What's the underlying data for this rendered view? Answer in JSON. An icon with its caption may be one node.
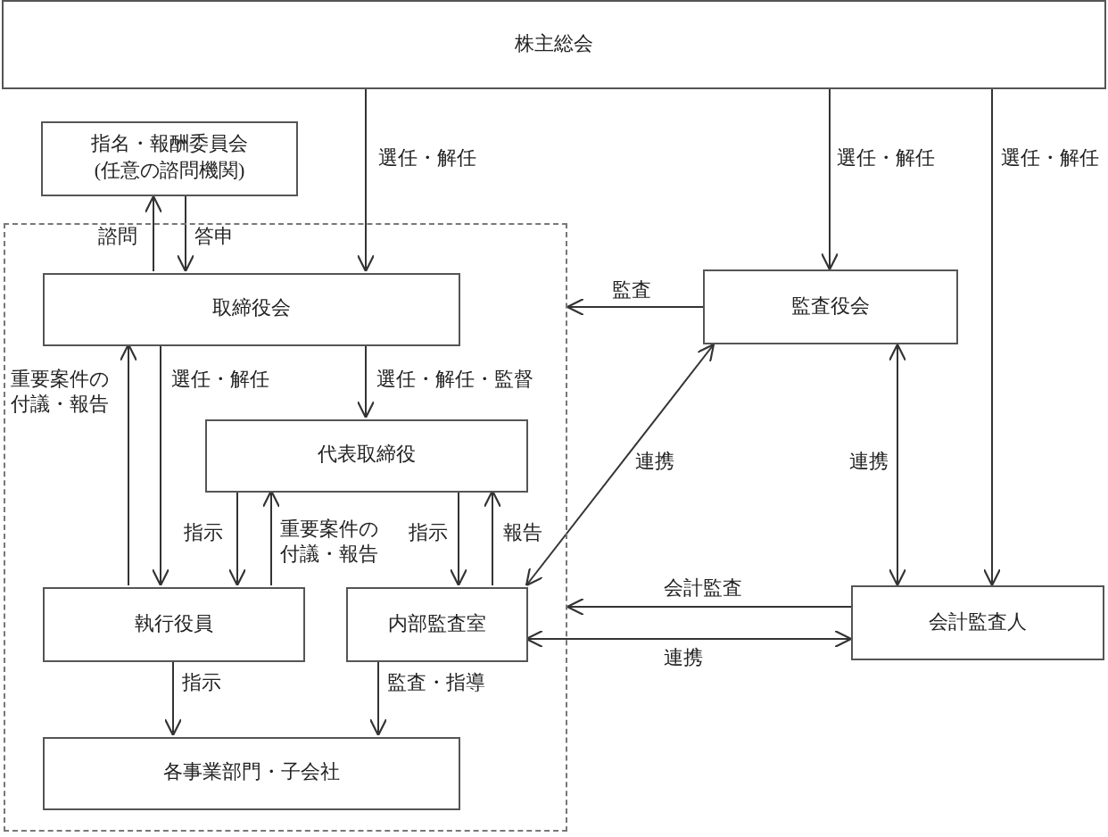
{
  "diagram": {
    "nodes": [
      {
        "text": [
          "株主総会"
        ]
      },
      {
        "text": [
          "指名・報酬委員会 (任意の諮問機関)"
        ]
      },
      {
        "text": [],
        "shape": "box"
      },
      {
        "text": [
          "取締役会"
        ],
        "in": 2
      },
      {
        "text": [
          "代表取締役"
        ],
        "in": 2
      },
      {
        "text": [
          "監査役会"
        ]
      },
      {
        "text": [
          "執行役員"
        ],
        "in": 2
      },
      {
        "text": [
          "内部監査室"
        ],
        "in": 2
      },
      {
        "text": [
          "会計監査人"
        ]
      },
      {
        "text": [
          "各事業部門・子会社"
        ],
        "in": 2
      }
    ],
    "edges": [
      {
        "from": 0,
        "to": 3,
        "arrow": "to",
        "label": "選任・解任"
      },
      {
        "from": 0,
        "to": 5,
        "arrow": "to",
        "label": "選任・解任"
      },
      {
        "from": 0,
        "to": 8,
        "arrow": "to",
        "label": "選任・解任"
      },
      {
        "from": 3,
        "to": 1,
        "arrow": "to",
        "label": "諮問"
      },
      {
        "from": 1,
        "to": 3,
        "arrow": "to",
        "label": "答申"
      },
      {
        "from": 6,
        "to": 3,
        "arrow": "to",
        "label": "重要案件の付議・報告"
      },
      {
        "from": 3,
        "to": 6,
        "arrow": "to",
        "label": "選任・解任"
      },
      {
        "from": 3,
        "to": 4,
        "arrow": "to",
        "label": "選任・解任・監督"
      },
      {
        "from": 4,
        "to": 6,
        "arrow": "to",
        "label": "指示"
      },
      {
        "from": 6,
        "to": 4,
        "arrow": "to",
        "label": "重要案件の付議・報告"
      },
      {
        "from": 4,
        "to": 7,
        "arrow": "to",
        "label": "指示"
      },
      {
        "from": 7,
        "to": 4,
        "arrow": "to",
        "label": "報告"
      },
      {
        "from": 5,
        "to": 2,
        "arrow": "to",
        "label": "監査"
      },
      {
        "from": 5,
        "to": 7,
        "arrow": "both",
        "label": "連携"
      },
      {
        "from": 5,
        "to": 8,
        "arrow": "both",
        "label": "連携"
      },
      {
        "from": 8,
        "to": 2,
        "arrow": "to",
        "label": "会計監査"
      },
      {
        "from": 7,
        "to": 8,
        "arrow": "both",
        "label": "連携"
      },
      {
        "from": 6,
        "to": 9,
        "arrow": "to",
        "label": "指示"
      },
      {
        "from": 7,
        "to": 9,
        "arrow": "to",
        "label": "監査・指導"
      }
    ]
  }
}
